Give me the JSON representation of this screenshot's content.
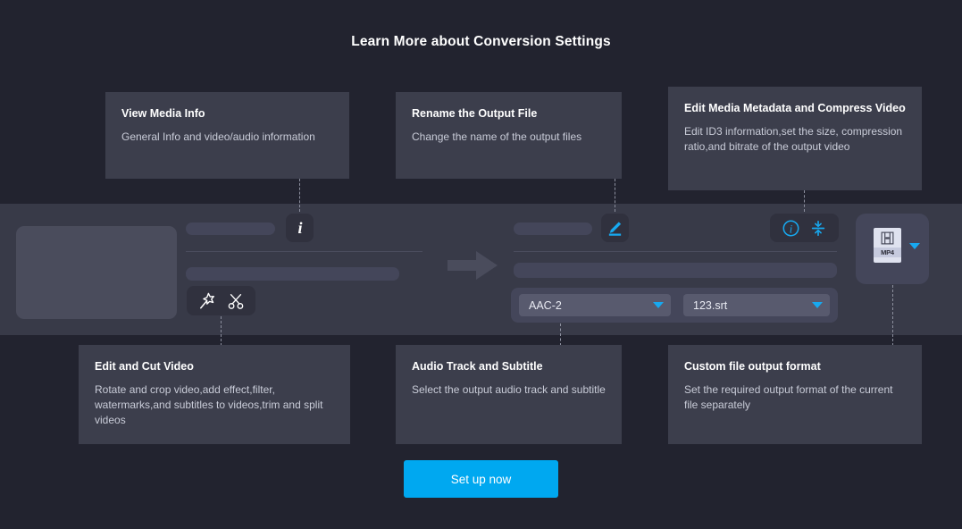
{
  "page": {
    "title": "Learn More about Conversion Settings",
    "background_color": "#22232f",
    "band_color": "#383a48",
    "accent_color": "#00a8f0"
  },
  "cards": {
    "media_info": {
      "title": "View Media Info",
      "desc": "General Info and video/audio information"
    },
    "rename": {
      "title": "Rename the Output File",
      "desc": "Change the name of the output files"
    },
    "metadata": {
      "title": "Edit Media Metadata and Compress Video",
      "desc": "Edit ID3 information,set the size, compression ratio,and bitrate of the output video"
    },
    "edit_cut": {
      "title": "Edit and Cut Video",
      "desc": "Rotate and crop video,add effect,filter, watermarks,and subtitles to videos,trim and split videos"
    },
    "audio": {
      "title": "Audio Track and Subtitle",
      "desc": "Select the output audio track and subtitle"
    },
    "output": {
      "title": "Custom file output format",
      "desc": "Set the required output format of the current file separately"
    }
  },
  "app": {
    "icons": {
      "info": "info-i-icon",
      "edit": "pencil-edit-icon",
      "magic_wand": "magic-wand-icon",
      "scissors": "scissors-icon",
      "media_info_circle": "info-circle-icon",
      "compress": "compress-icon",
      "film": "film-strip-icon",
      "convert_arrow": "right-arrow-icon"
    },
    "format_badge": {
      "label": "MP4",
      "caret": "chevron-down-icon"
    },
    "selects": {
      "audio_track": {
        "value": "AAC-2",
        "caret": "chevron-down-icon"
      },
      "subtitle": {
        "value": "123.srt",
        "caret": "chevron-down-icon"
      }
    }
  },
  "cta": {
    "label": "Set up now"
  }
}
